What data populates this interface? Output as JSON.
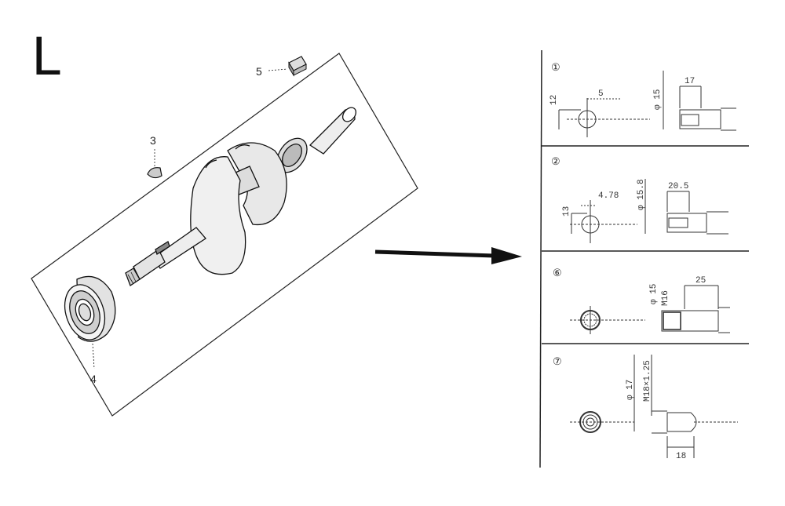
{
  "section_letter": "L",
  "parts": {
    "p3": "3",
    "p4": "4",
    "p5": "5"
  },
  "details": [
    {
      "id": "①",
      "dims": [
        "12",
        "5",
        "φ 15",
        "17"
      ]
    },
    {
      "id": "②",
      "dims": [
        "13",
        "4.78",
        "φ 15.8",
        "20.5"
      ]
    },
    {
      "id": "⑥",
      "dims": [
        "φ 15",
        "M16",
        "25"
      ]
    },
    {
      "id": "⑦",
      "dims": [
        "φ 17",
        "M18×1.25",
        "18"
      ]
    }
  ]
}
